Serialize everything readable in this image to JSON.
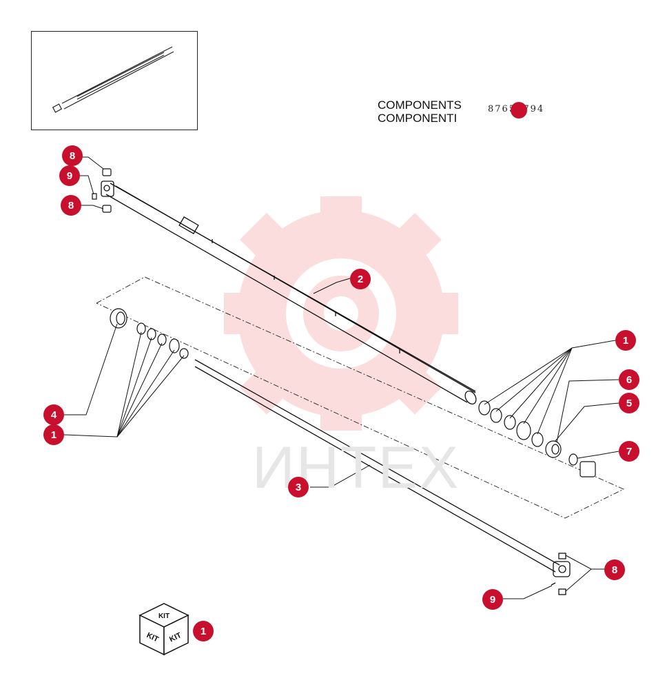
{
  "title": {
    "line1": "COMPONENTS",
    "line2": "COMPONENTI",
    "part_number": "87655794"
  },
  "watermark": {
    "text": "ИНТЕХ",
    "color": "#f8c8c8"
  },
  "kit_box": {
    "top": "KIT",
    "left": "KIT",
    "right": "KIT"
  },
  "callouts": {
    "c8_top1": "8",
    "c9_top": "9",
    "c8_top2": "8",
    "c2": "2",
    "c1_right": "1",
    "c6": "6",
    "c5": "5",
    "c7": "7",
    "c4": "4",
    "c1_left": "1",
    "c3": "3",
    "c8_bottom": "8",
    "c9_bottom": "9",
    "c1_kit": "1"
  },
  "colors": {
    "callout": "#c8102e",
    "line": "#111111"
  }
}
